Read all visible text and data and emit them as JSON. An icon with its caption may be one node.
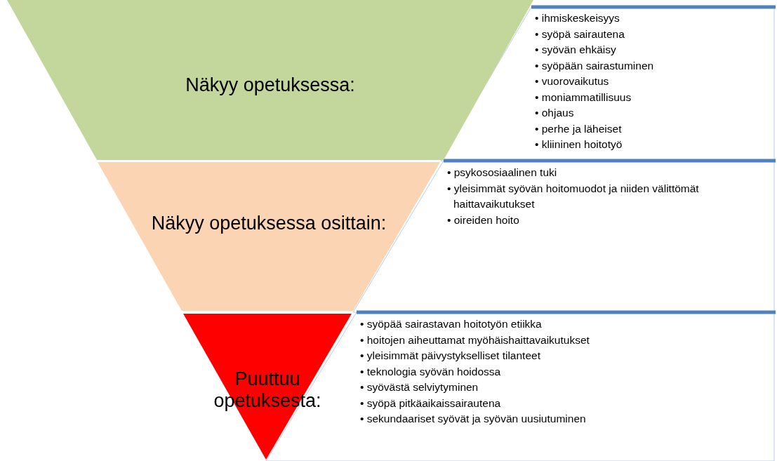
{
  "diagram": {
    "nodes": [
      {
        "text": [
          "Näkyy opetuksessa:"
        ]
      },
      {
        "text": [
          "Näkyy opetuksessa osittain:"
        ]
      },
      {
        "text": [
          "Puuttuu opetuksesta:"
        ]
      },
      {
        "text": [
          "• ihmiskeskeisyys",
          "• syöpä sairautena",
          "• syövän ehkäisy",
          "• syöpään sairastuminen",
          "• vuorovaikutus",
          "• moniammatillisuus",
          "• ohjaus",
          "• perhe ja läheiset",
          "• kliininen hoitotyö"
        ]
      },
      {
        "text": [
          "• psykososiaalinen tuki",
          "• yleisimmät syövän hoitomuodot ja niiden välittömät haittavaikutukset",
          "• oireiden hoito"
        ]
      },
      {
        "text": [
          "• syöpää sairastavan hoitotyön etiikka",
          "• hoitojen aiheuttamat myöhäishaittavaikutukset",
          "• yleisimmät päivystykselliset tilanteet",
          "• teknologia syövän hoidossa",
          "• syövästä selviytyminen",
          "• syöpä pitkäaikaissairautena",
          "• sekundaariset syövät ja syövän uusiutuminen"
        ]
      }
    ]
  }
}
